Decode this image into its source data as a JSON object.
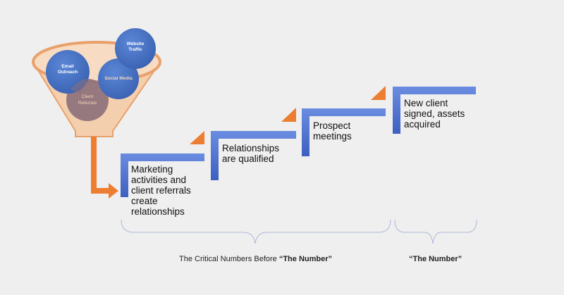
{
  "funnel": {
    "circles": [
      {
        "label": "Website\nTraffic"
      },
      {
        "label": "Email\nOutreach"
      },
      {
        "label": "Social Media"
      },
      {
        "label": "Client\nReferrals"
      }
    ]
  },
  "steps": [
    {
      "label": "Marketing\nactivities and\nclient referrals\ncreate\nrelationships"
    },
    {
      "label": "Relationships\nare qualified"
    },
    {
      "label": "Prospect\nmeetings"
    },
    {
      "label": "New client\nsigned, assets\nacquired"
    }
  ],
  "captions": {
    "before_prefix": "The Critical Numbers Before ",
    "before_bold": "“The Number”",
    "number": "“The Number”"
  },
  "colors": {
    "background": "#efefef",
    "funnel_fill": "#f4cfae",
    "funnel_stroke": "#e9a06a",
    "circle_blue": "#4472c4",
    "circle_mauve": "#8c6f7a",
    "step_blue": "#4e72cf",
    "triangle_orange": "#ed7d31",
    "arrow_orange": "#ed7d31",
    "brace": "#aeb9d6"
  }
}
